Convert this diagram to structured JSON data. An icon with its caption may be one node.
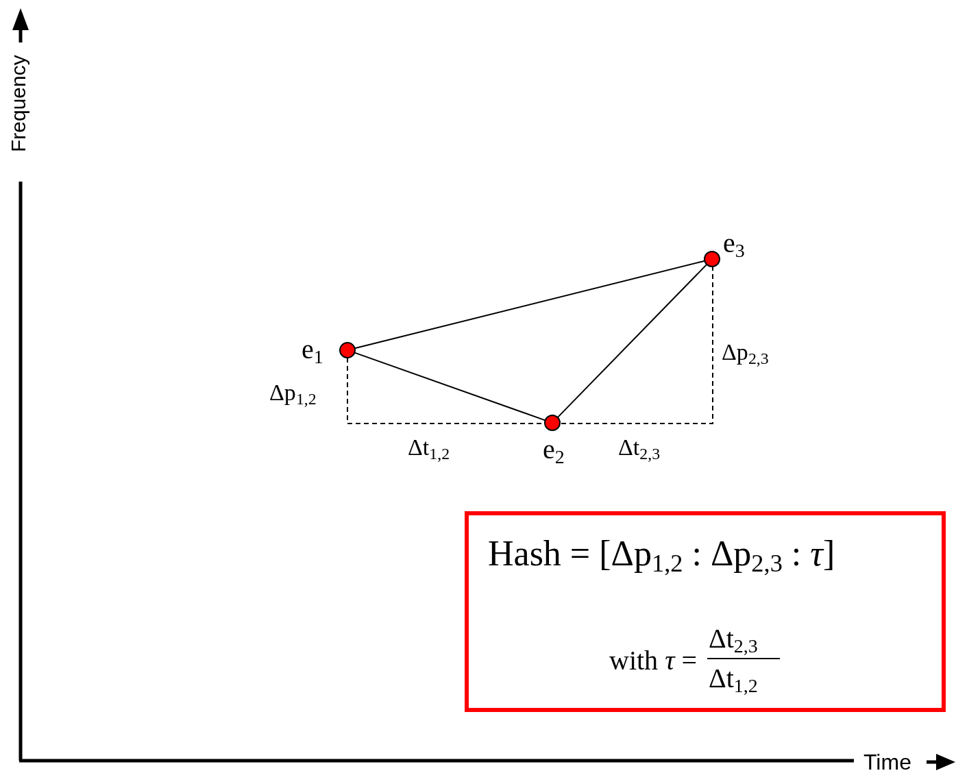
{
  "diagram": {
    "nodes": [
      {
        "text": [],
        "shape": "circle",
        "beside": [
          "e$_{1}$"
        ]
      },
      {
        "text": [],
        "shape": "circle",
        "beside": [
          "e$_{2}$"
        ]
      },
      {
        "text": [],
        "shape": "circle",
        "beside": [
          "e$_{3}$"
        ]
      },
      {
        "text": [
          "Hash = [Δp$_{1,2}$ : Δp$_{2,3}$ : *τ*]",
          "with *τ* =",
          "Δt$_{2,3}$",
          "Δt$_{1,2}$"
        ]
      }
    ],
    "edges": [
      {
        "from": 0,
        "to": 2,
        "arrow": "none"
      },
      {
        "from": 0,
        "to": 1,
        "arrow": "none"
      },
      {
        "from": 1,
        "to": 2,
        "arrow": "none"
      }
    ],
    "labels": [
      "Frequency",
      "Δp$_{2,3}$",
      "Δp$_{1,2}$",
      "Δt$_{1,2}$",
      "Δt$_{2,3}$",
      "Time"
    ]
  }
}
